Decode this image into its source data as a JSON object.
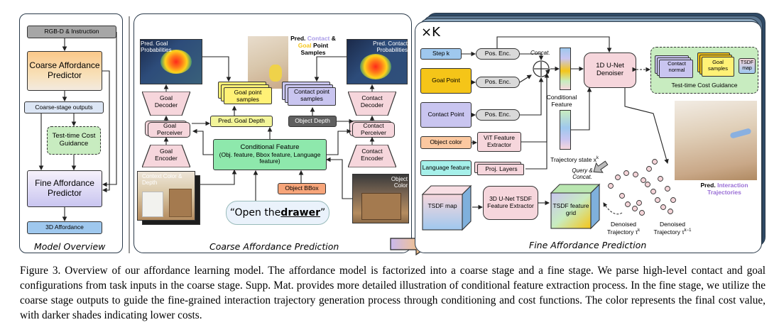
{
  "figure": {
    "overview": {
      "title": "Model Overview",
      "rgbd": "RGB-D & Instruction",
      "coarse": "Coarse Affordance Predictor",
      "coarse_outputs": "Coarse-stage outputs",
      "test_time": "Test-time Cost Guidance",
      "fine": "Fine Affordance Predictor",
      "affordance3d": "3D Affordance"
    },
    "coarse": {
      "title": "Coarse Affordance Prediction",
      "pred_goal_prob": "Pred. Goal Probabilities",
      "pred_contact_goal_samples": [
        "Pred. ",
        "Contact",
        " & ",
        "Goal",
        " Point Samples"
      ],
      "pred_contact_prob": "Pred. Contact Probabilities",
      "goal_decoder": "Goal Decoder",
      "goal_point_samples": "Goal point samples",
      "contact_point_samples": "Contact point samples",
      "contact_decoder": "Contact Decoder",
      "pred_goal_depth": "Pred. Goal Depth",
      "object_depth": "Object Depth",
      "goal_perceiver": "Goal Perceiver",
      "contact_perceiver": "Contact Perceiver",
      "goal_encoder": "Goal Encoder",
      "conditional_feature": "Conditional Feature",
      "conditional_feature_sub": "(Obj. feature, Bbox feature, Language feature)",
      "contact_encoder": "Contact Encoder",
      "context_color": "Context Color & Depth",
      "object_bbox": "Object BBox",
      "instruction_prefix": "“Open the ",
      "instruction_word": "drawer",
      "instruction_suffix": "”",
      "object_color": "Object Color"
    },
    "fine": {
      "title": "Fine Affordance Prediction",
      "times_k": "×K",
      "step": "Step k",
      "pos_enc": "Pos. Enc.",
      "concat": "Concat.",
      "unet_denoiser": "1D U-Net Denoiser",
      "goal_point": "Goal Point",
      "conditional_feature": "Conditional Feature",
      "contact_point": "Contact Point",
      "object_color": "Object color",
      "vit": "ViT Feature Extractor",
      "language_feature": "Language feature",
      "proj_layers": "Proj. Layers",
      "trajectory_state": "Trajectory state x",
      "trajectory_state_sup": "k",
      "query_concat": "Query & Concat.",
      "contact_normal": "Contact normal",
      "goal_samples": "Goal samples",
      "tsdf_map_small": "TSDF map",
      "cost_guidance": "Test-time Cost Guidance",
      "pred_interaction_prefix": "Pred. ",
      "pred_interaction_colored": "Interaction Trajectories",
      "tsdf_map": "TSDF map",
      "tsdf_extractor": "3D U-Net TSDF Feature Extractor",
      "tsdf_grid": "TSDF feature grid",
      "denoised_k": "Denoised Trajectory τ",
      "denoised_k_sup": "k",
      "denoised_k1": "Denoised Trajectory τ",
      "denoised_k1_sup": "k−1"
    }
  },
  "caption": "Figure 3. Overview of our affordance learning model. The affordance model is factorized into a coarse stage and a fine stage. We parse high-level contact and goal configurations from task inputs in the coarse stage. Supp. Mat. provides more detailed illustration of conditional feature extraction process. In the fine stage, we utilize the coarse stage outputs to guide the fine-grained interaction trajectory generation process through conditioning and cost functions. The color represents the final cost value, with darker shades indicating lower costs.",
  "colors": {
    "panel_border": "#2a3a4a",
    "gray": "#a6a6a6",
    "orange": "#fbc88a",
    "light_blue": "#dce6f5",
    "green": "#c8ecc0",
    "purple": "#c9c5f0",
    "blue_box": "#9fc8ee",
    "yellow": "#fff176",
    "pink": "#f6d6dc",
    "contact_purple": "#a99be8",
    "goal_yellow": "#f5c518",
    "interaction_purple": "#9a6fd6"
  }
}
